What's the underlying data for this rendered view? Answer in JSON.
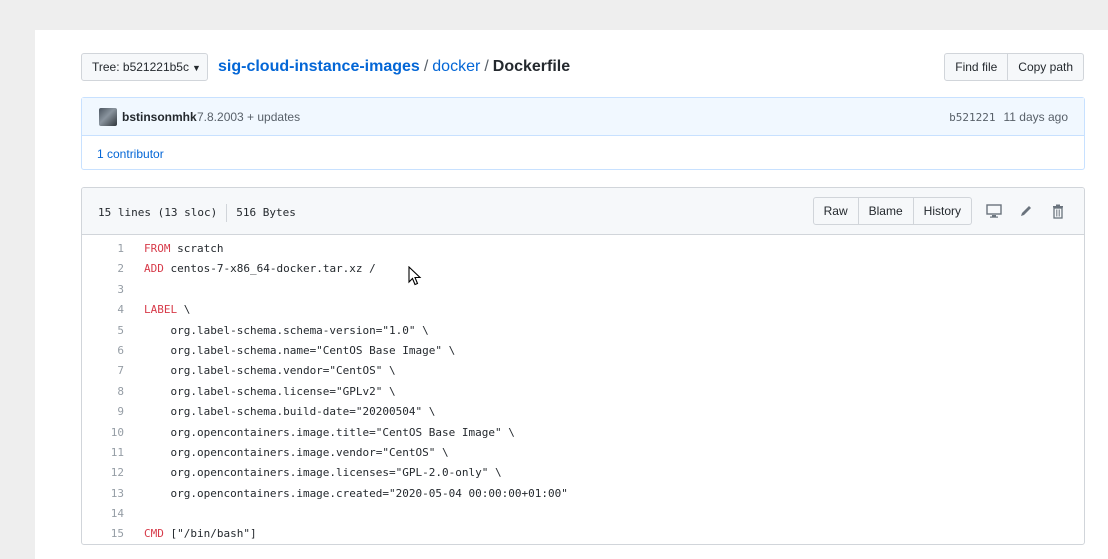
{
  "header": {
    "branch_label": "Tree: b521221b5c",
    "repo": "sig-cloud-instance-images",
    "sep1": "/",
    "folder": "docker",
    "sep2": "/",
    "filename": "Dockerfile",
    "find_file": "Find file",
    "copy_path": "Copy path"
  },
  "commit": {
    "author": "bstinsonmhk",
    "message": "7.8.2003 + updates",
    "sha": "b521221",
    "time": "11 days ago",
    "contributors": "1 contributor"
  },
  "file": {
    "lines_info": "15 lines (13 sloc)",
    "size": "516 Bytes",
    "raw": "Raw",
    "blame": "Blame",
    "history": "History"
  },
  "code_lines": [
    {
      "n": "1",
      "kw": "FROM",
      "rest": " scratch"
    },
    {
      "n": "2",
      "kw": "ADD",
      "rest": " centos-7-x86_64-docker.tar.xz /"
    },
    {
      "n": "3",
      "kw": "",
      "rest": ""
    },
    {
      "n": "4",
      "kw": "LABEL",
      "rest": " \\"
    },
    {
      "n": "5",
      "kw": "",
      "rest": "    org.label-schema.schema-version=\"1.0\" \\"
    },
    {
      "n": "6",
      "kw": "",
      "rest": "    org.label-schema.name=\"CentOS Base Image\" \\"
    },
    {
      "n": "7",
      "kw": "",
      "rest": "    org.label-schema.vendor=\"CentOS\" \\"
    },
    {
      "n": "8",
      "kw": "",
      "rest": "    org.label-schema.license=\"GPLv2\" \\"
    },
    {
      "n": "9",
      "kw": "",
      "rest": "    org.label-schema.build-date=\"20200504\" \\"
    },
    {
      "n": "10",
      "kw": "",
      "rest": "    org.opencontainers.image.title=\"CentOS Base Image\" \\"
    },
    {
      "n": "11",
      "kw": "",
      "rest": "    org.opencontainers.image.vendor=\"CentOS\" \\"
    },
    {
      "n": "12",
      "kw": "",
      "rest": "    org.opencontainers.image.licenses=\"GPL-2.0-only\" \\"
    },
    {
      "n": "13",
      "kw": "",
      "rest": "    org.opencontainers.image.created=\"2020-05-04 00:00:00+01:00\""
    },
    {
      "n": "14",
      "kw": "",
      "rest": ""
    },
    {
      "n": "15",
      "kw": "CMD",
      "rest": " [\"/bin/bash\"]"
    }
  ],
  "icons": {
    "display": "desktop-icon",
    "edit": "pencil-icon",
    "delete": "trash-icon",
    "cursor": "mouse-pointer-icon"
  },
  "colors": {
    "link": "#0366d6",
    "keyword": "#d73a49",
    "commit_bg": "#f1f8ff"
  }
}
